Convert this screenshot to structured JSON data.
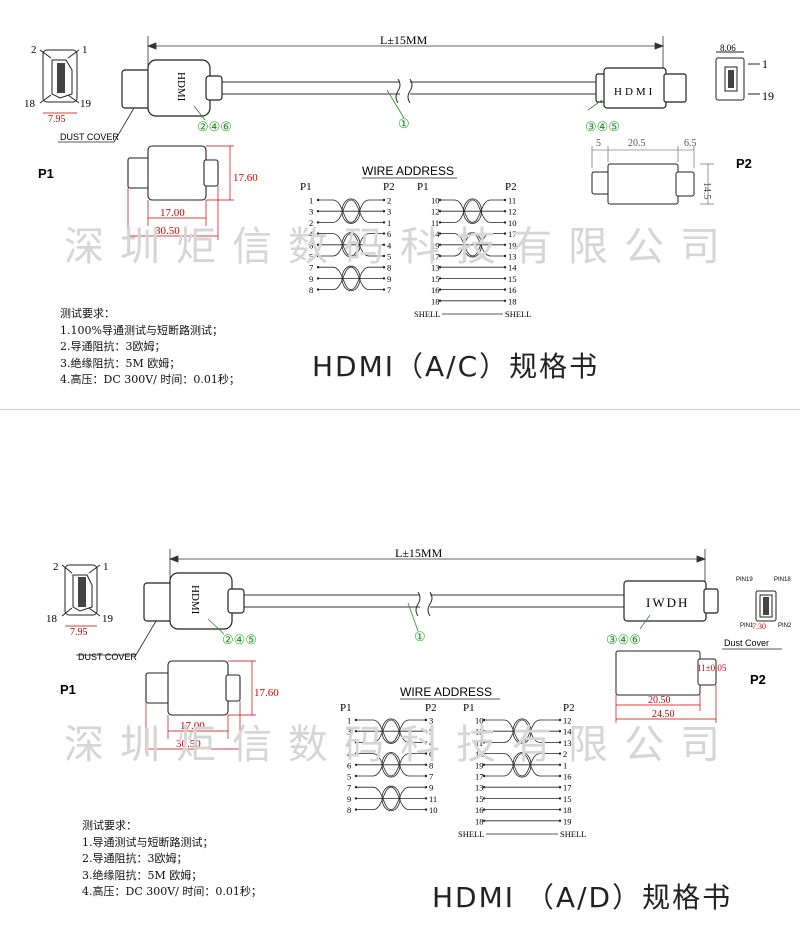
{
  "watermark": "深圳炬信数码科技有限公司",
  "section1": {
    "title": "HDMI（A/C）规格书",
    "length_label": "L±15MM",
    "p1_label": "P1",
    "p2_label": "P2",
    "dust_cover": "DUST COVER",
    "conn1_text": "HDMI",
    "conn2_text": "HDMI",
    "pin_left": {
      "a": "2",
      "b": "1",
      "c": "18",
      "d": "19"
    },
    "pin_right": {
      "a": "1",
      "b": "19"
    },
    "dims": {
      "w795": "7.95",
      "h1760": "17.60",
      "w1700": "17.00",
      "w3050": "30.50",
      "d806": "8.06",
      "d5": "5",
      "d205": "20.5",
      "d65": "6.5",
      "d145": "14.5"
    },
    "callout_circle1": "①",
    "callout_p1": "②④⑥",
    "callout_p2": "③④⑤",
    "wire_address": "WIRE ADDRESS",
    "col_headers": [
      "P1",
      "P2",
      "P1",
      "P2"
    ],
    "left_pins": [
      [
        "1",
        "2"
      ],
      [
        "3",
        "3"
      ],
      [
        "2",
        "1"
      ],
      [
        "4",
        "6"
      ],
      [
        "6",
        "4"
      ],
      [
        "5",
        "5"
      ],
      [
        "7",
        "8"
      ],
      [
        "9",
        "9"
      ],
      [
        "8",
        "7"
      ]
    ],
    "right_pins": [
      [
        "10",
        "11"
      ],
      [
        "12",
        "12"
      ],
      [
        "11",
        "10"
      ],
      [
        "14",
        "17"
      ],
      [
        "19",
        "19"
      ],
      [
        "17",
        "13"
      ],
      [
        "13",
        "14"
      ],
      [
        "15",
        "15"
      ],
      [
        "16",
        "16"
      ],
      [
        "18",
        "18"
      ]
    ],
    "shell": "SHELL",
    "requirements": [
      "测试要求：",
      "1.100%导通测试与短断路测试；",
      "2.导通阻抗：3欧姆；",
      "3.绝缘阻抗：5M 欧姆；",
      "4.高压：DC 300V/ 时间：0.01秒；"
    ]
  },
  "section2": {
    "title": "HDMI （A/D）规格书",
    "length_label": "L±15MM",
    "p1_label": "P1",
    "p2_label": "P2",
    "dust_cover_left": "DUST COVER",
    "dust_cover_right": "Dust Cover",
    "conn1_text": "HDMI",
    "conn2_text": "IWDH",
    "pin_left": {
      "a": "2",
      "b": "1",
      "c": "18",
      "d": "19"
    },
    "pin_right": {
      "p19": "PIN19",
      "p18": "PIN18",
      "p1": "PIN1",
      "p2": "PIN2"
    },
    "dims": {
      "w795": "7.95",
      "h1760": "17.60",
      "w1700": "17.00",
      "w3050": "30.50",
      "d730": "7.30",
      "d1105": "11±0.05",
      "d2050": "20.50",
      "d2450": "24.50"
    },
    "callout_circle1": "①",
    "callout_p1": "②④⑤",
    "callout_p2": "③④⑥",
    "wire_address": "WIRE ADDRESS",
    "col_headers": [
      "P1",
      "P2",
      "P1",
      "P2"
    ],
    "left_pins": [
      [
        "1",
        "3"
      ],
      [
        "3",
        "5"
      ],
      [
        "2",
        "4"
      ],
      [
        "4",
        "6"
      ],
      [
        "6",
        "8"
      ],
      [
        "5",
        "7"
      ],
      [
        "7",
        "9"
      ],
      [
        "9",
        "11"
      ],
      [
        "8",
        "10"
      ]
    ],
    "right_pins": [
      [
        "10",
        "12"
      ],
      [
        "12",
        "14"
      ],
      [
        "11",
        "13"
      ],
      [
        "14",
        "2"
      ],
      [
        "19",
        "1"
      ],
      [
        "17",
        "16"
      ],
      [
        "13",
        "17"
      ],
      [
        "15",
        "15"
      ],
      [
        "16",
        "18"
      ],
      [
        "18",
        "19"
      ]
    ],
    "shell": "SHELL",
    "requirements": [
      "测试要求：",
      "1.导通测试与短断路测试；",
      "2.导通阻抗：3欧姆；",
      "3.绝缘阻抗：5M 欧姆；",
      "4.高压：DC 300V/ 时间：0.01秒；"
    ]
  }
}
